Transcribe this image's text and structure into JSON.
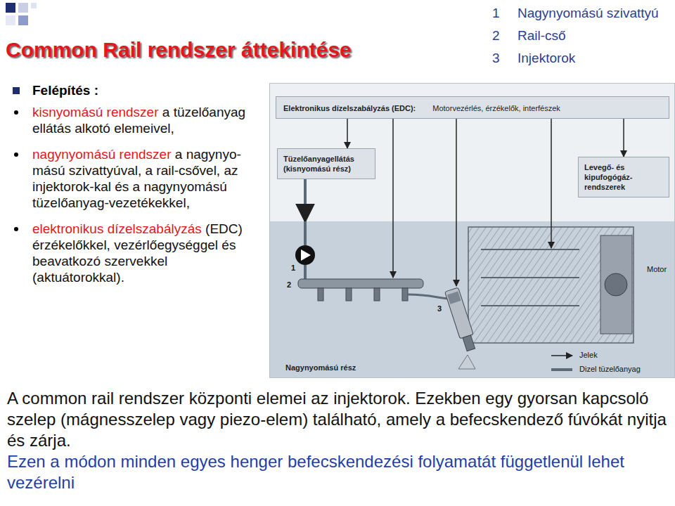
{
  "diagram": {
    "title": "Common Rail rendszer áttekintése",
    "nodes": [
      {
        "text": [
          "Elektronikus dízelszabályzás (EDC):",
          "Motorvezérlés, érzékelők, interfészek"
        ]
      },
      {
        "text": [
          "Tüzelőanyagellátás (kisnyomású rész)"
        ]
      },
      {
        "text": [
          "Levegő- és kipufogógáz-rendszerek"
        ]
      },
      {
        "text": [
          "Nagynyomású rész"
        ]
      }
    ],
    "edges": [
      {
        "from": 0,
        "to": 1,
        "arrow": "to"
      },
      {
        "from": 0,
        "to": 2,
        "arrow": "to"
      },
      {
        "from": 1,
        "to": 3,
        "arrow": "to"
      }
    ],
    "labels": [
      "1",
      "Nagynyomású szivattyú",
      "2",
      "Rail-cső",
      "3",
      "Injektorok",
      "Felépítés :",
      "kisnyomású rendszer",
      "a tüzelőanyag ellátás alkotó elemeivel,",
      "nagynyomású rendszer",
      "a nagynyo-mású szivattyúval, a rail-csővel, az injektorok-kal és a nagynyomású tüzelőanyag-vezetékekkel,",
      "elektronikus dízelszabályzás",
      "(EDC) érzékelőkkel, vezérlőegységgel és beavatkozó szervekkel (aktuátorokkal).",
      "Motor",
      "1",
      "2",
      "3",
      "A common rail rendszer központi elemei az injektorok. Ezekben egy gyorsan kapcsoló szelep (mágnesszelep vagy piezo-elem) található, amely a befecskendező fúvókát nyitja és zárja.",
      "Ezen a módon minden egyes henger befecskendezési folyamatát függetlenül lehet vezérelni"
    ],
    "legend": [
      {
        "text": "Jelek"
      },
      {
        "text": "Dizel tüzelőanyag"
      }
    ]
  }
}
